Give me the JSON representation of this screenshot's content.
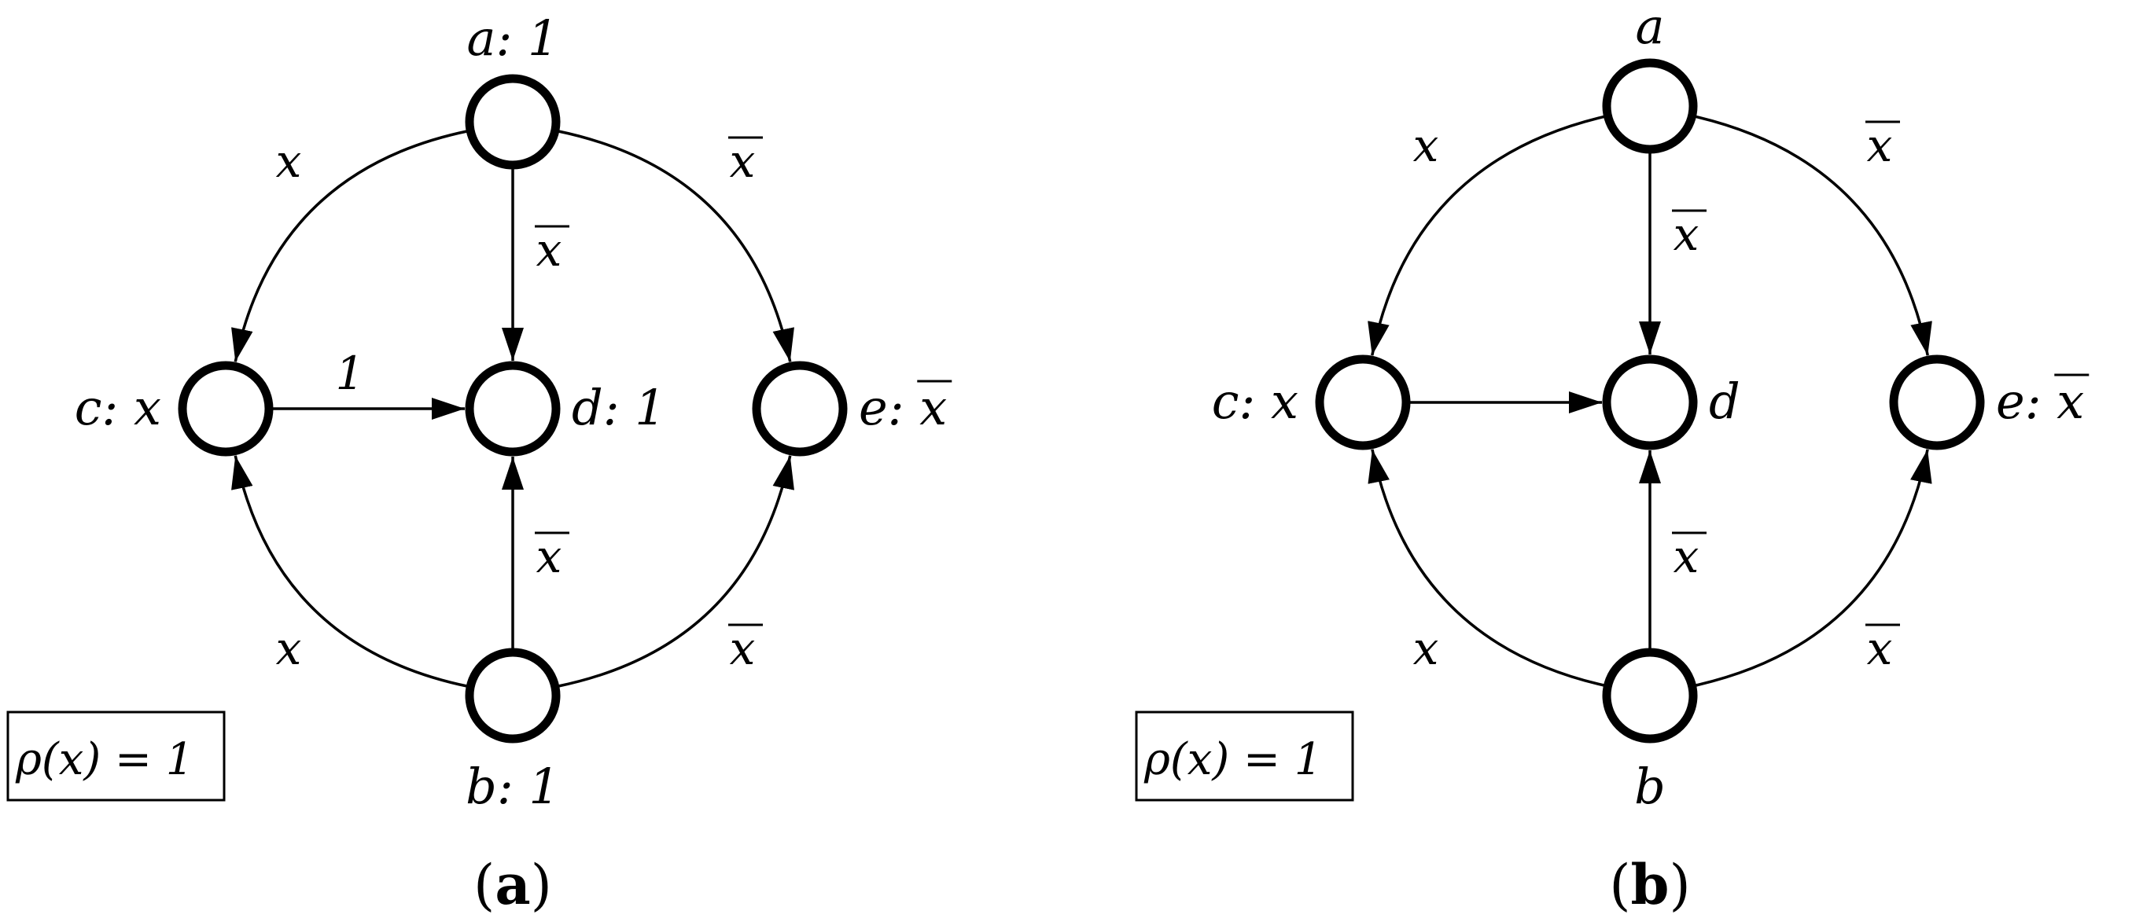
{
  "colors": {
    "stroke": "#000000",
    "background": "#ffffff"
  },
  "panels": [
    {
      "id": "a",
      "caption": {
        "open": "(",
        "letter": "a",
        "close": ")"
      },
      "legend": "ρ(x) = 1",
      "nodes": [
        {
          "id": "a",
          "label": "a: 1",
          "bar": false
        },
        {
          "id": "b",
          "label": "b: 1",
          "bar": false
        },
        {
          "id": "c",
          "label": "c: x",
          "bar": false
        },
        {
          "id": "d",
          "label": "d: 1",
          "bar": false
        },
        {
          "id": "e",
          "label": "e: x",
          "bar": true
        }
      ],
      "edges": [
        {
          "from": "a",
          "to": "c",
          "label": "x",
          "bar": false
        },
        {
          "from": "a",
          "to": "d",
          "label": "x",
          "bar": true
        },
        {
          "from": "a",
          "to": "e",
          "label": "x",
          "bar": true
        },
        {
          "from": "c",
          "to": "d",
          "label": "1",
          "bar": false
        },
        {
          "from": "b",
          "to": "c",
          "label": "x",
          "bar": false
        },
        {
          "from": "b",
          "to": "d",
          "label": "x",
          "bar": true
        },
        {
          "from": "b",
          "to": "e",
          "label": "x",
          "bar": true
        }
      ]
    },
    {
      "id": "b",
      "caption": {
        "open": "(",
        "letter": "b",
        "close": ")"
      },
      "legend": "ρ(x) = 1",
      "nodes": [
        {
          "id": "a",
          "label": "a",
          "bar": false
        },
        {
          "id": "b",
          "label": "b",
          "bar": false
        },
        {
          "id": "c",
          "label": "c: x",
          "bar": false
        },
        {
          "id": "d",
          "label": "d",
          "bar": false
        },
        {
          "id": "e",
          "label": "e: x",
          "bar": true
        }
      ],
      "edges": [
        {
          "from": "a",
          "to": "c",
          "label": "x",
          "bar": false
        },
        {
          "from": "a",
          "to": "d",
          "label": "x",
          "bar": true
        },
        {
          "from": "a",
          "to": "e",
          "label": "x",
          "bar": true
        },
        {
          "from": "c",
          "to": "d",
          "label": "",
          "bar": false
        },
        {
          "from": "b",
          "to": "c",
          "label": "x",
          "bar": false
        },
        {
          "from": "b",
          "to": "d",
          "label": "x",
          "bar": true
        },
        {
          "from": "b",
          "to": "e",
          "label": "x",
          "bar": true
        }
      ]
    }
  ]
}
